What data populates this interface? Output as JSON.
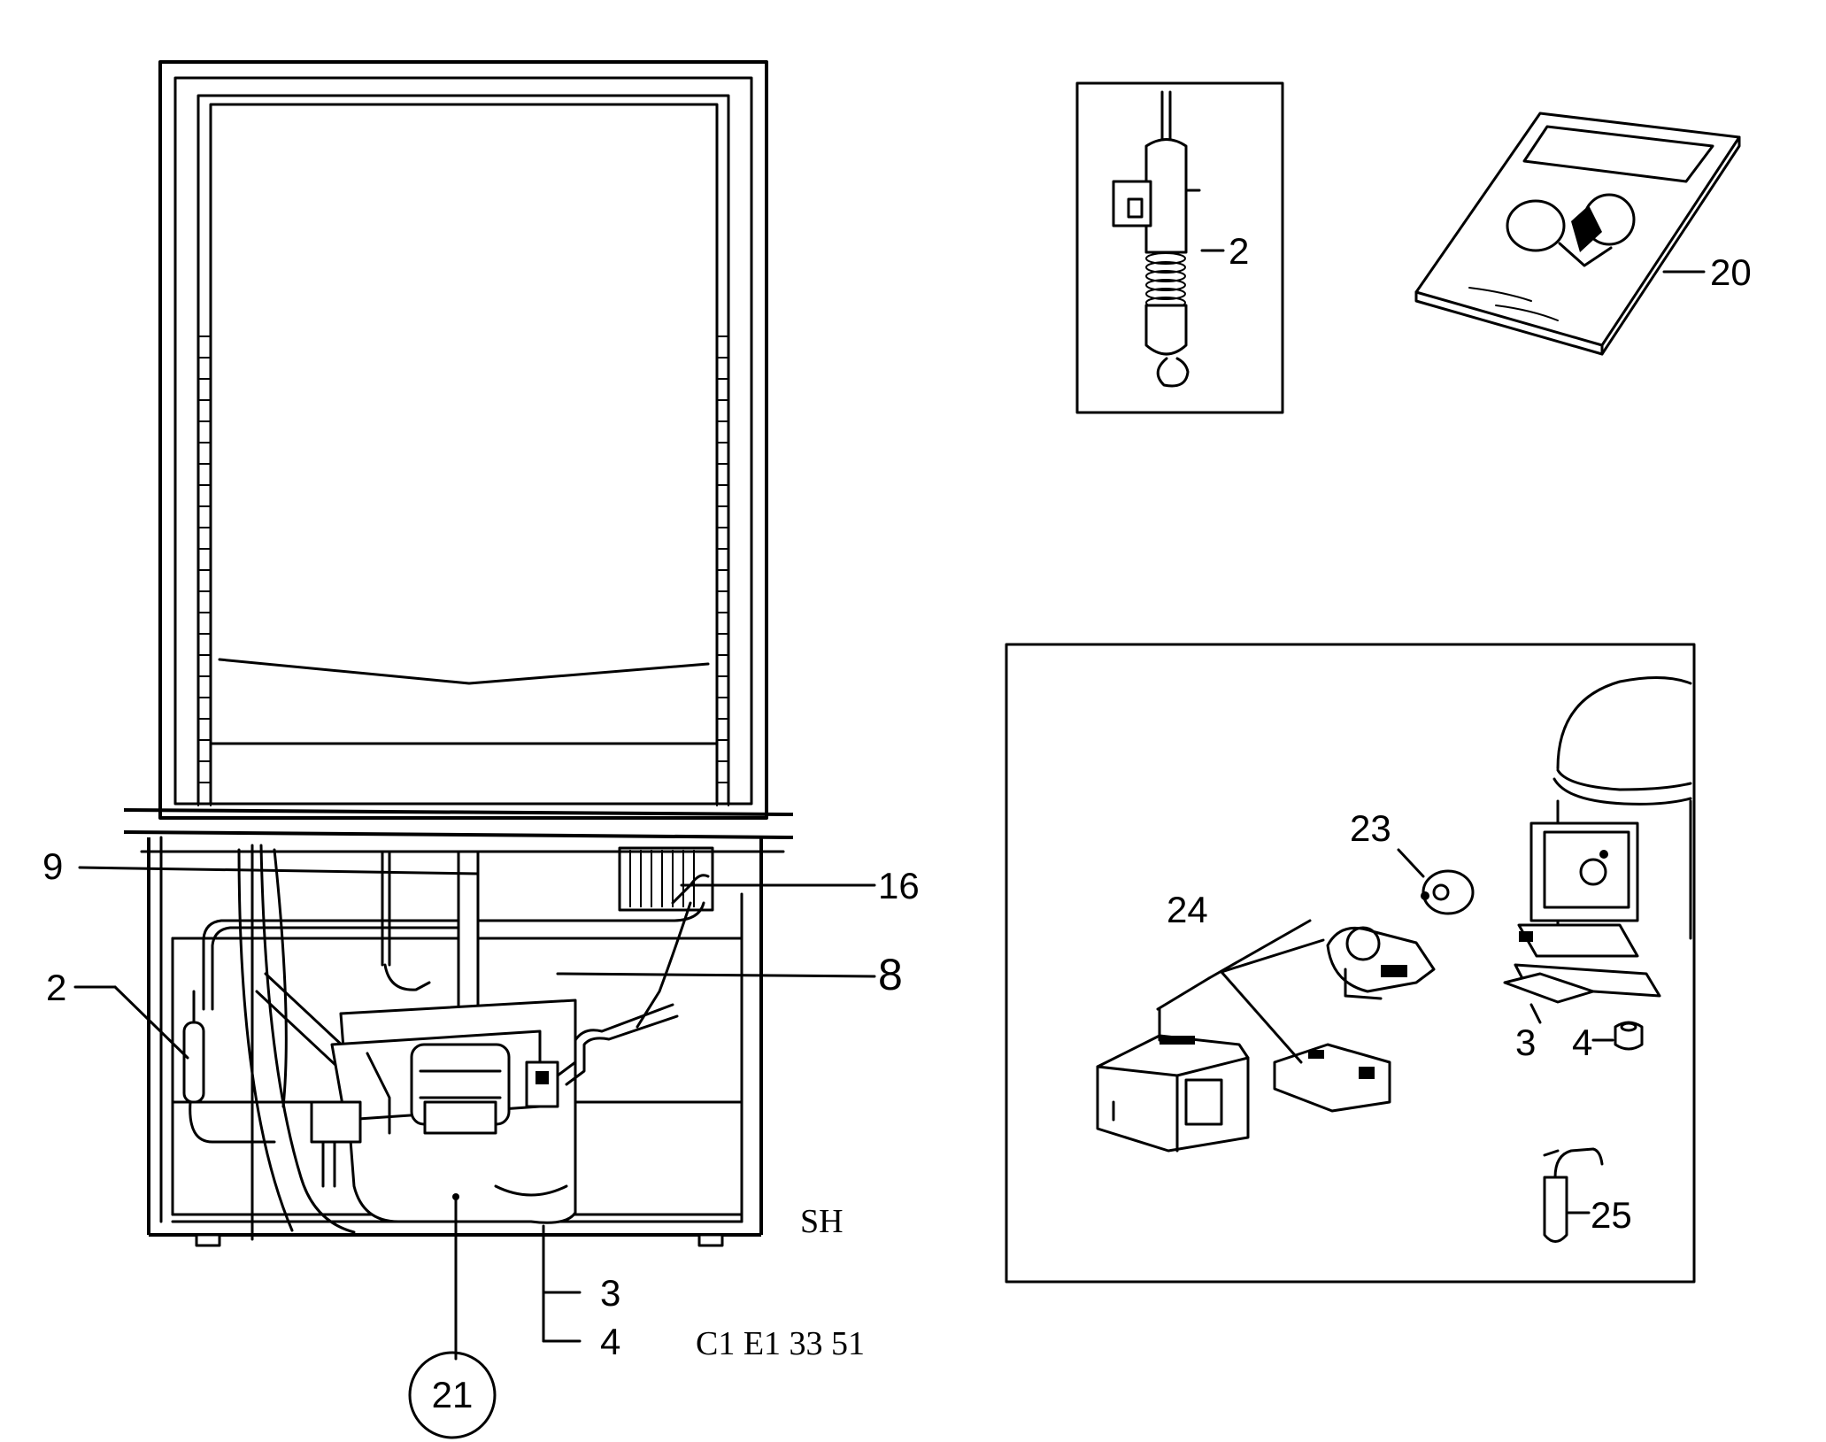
{
  "callouts": {
    "main_left_2": "2",
    "main_9": "9",
    "main_16": "16",
    "main_8": "8",
    "main_3": "3",
    "main_4": "4",
    "main_21": "21",
    "inset_top_2": "2",
    "manual_20": "20",
    "inset_23": "23",
    "inset_24": "24",
    "inset_3": "3",
    "inset_4": "4",
    "inset_25": "25"
  },
  "labels": {
    "variant": "SH",
    "drawing_code": "C1 E1 33 51"
  }
}
